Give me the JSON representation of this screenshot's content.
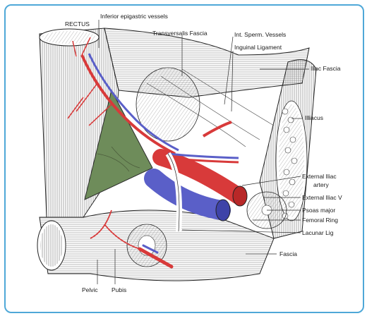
{
  "labels": {
    "rectus": "RECTUS",
    "inferior_epigastric": "Inferior epigastric vessels",
    "transversalis_fascia": "Transversalis Fascia",
    "int_sperm_vessels": "Int. Sperm. Vessels",
    "inguinal_ligament": "Inguinal Ligament",
    "iliac_fascia": "Iliac Fascia",
    "iliacus": "Illiacus",
    "external_iliac_artery_1": "External Iliac",
    "external_iliac_artery_2": "artery",
    "external_iliac_vein": "External Iliac V",
    "psoas_major": "Psoas major",
    "femoral_ring": "Femoral Ring",
    "lacunar_lig": "Lacunar Lig",
    "fascia": "Fascia",
    "pelvic": "Pelvic",
    "pubis": "Pubis"
  },
  "colors": {
    "frame": "#4fa8d8",
    "artery": "#d83a3a",
    "vein": "#5a5fc8",
    "triangle": "#6e8c5a",
    "line": "#2a2a2a"
  }
}
